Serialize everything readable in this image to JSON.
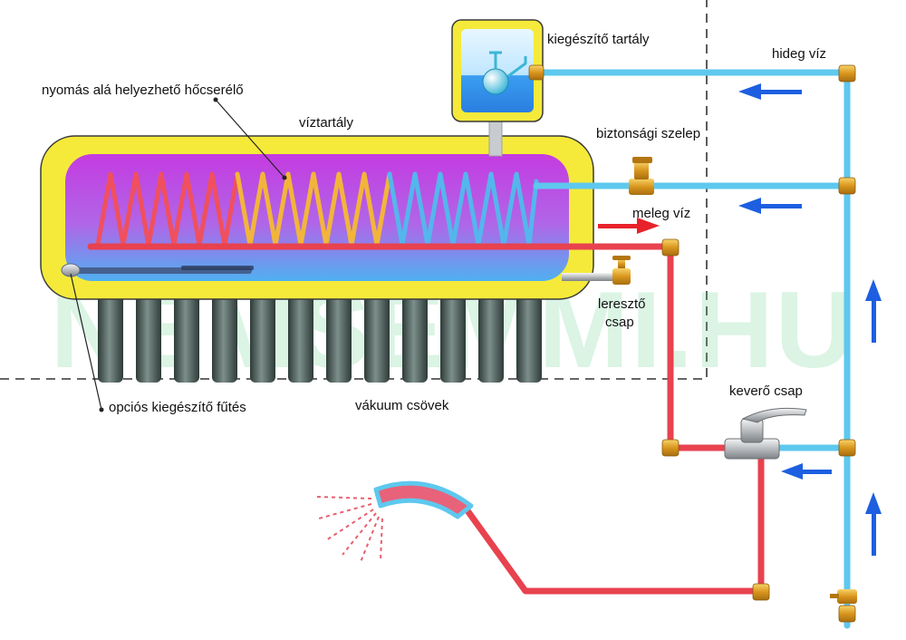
{
  "labels": {
    "expansion_tank": "kiegészítő tartály",
    "cold_water": "hideg víz",
    "heat_exchanger": "nyomás alá helyezhető hőcserélő",
    "water_tank": "víztartály",
    "safety_valve": "biztonsági szelep",
    "hot_water": "meleg víz",
    "drain_valve_line1": "leresztő",
    "drain_valve_line2": "csap",
    "optional_heater": "opciós kiegészítő fűtés",
    "vacuum_tubes": "vákuum csövek",
    "mixing_valve": "keverő csap"
  },
  "watermark": "NEMSEMMI.HU",
  "colors": {
    "tank_shell": "#f5ea3a",
    "tank_water_top": "#c43be0",
    "tank_water_bottom": "#4fb0f0",
    "hot_pipe": "#e8424f",
    "cold_pipe": "#5ec8ee",
    "coil_hot": "#f0505e",
    "coil_warm": "#f2b53a",
    "coil_cold": "#54b6ec",
    "brass": "#e0a52a",
    "arrow_blue": "#1d5fe0",
    "arrow_red": "#e8222a",
    "vacuum_tube": "#4a5c58",
    "dashed_border": "#333333"
  }
}
